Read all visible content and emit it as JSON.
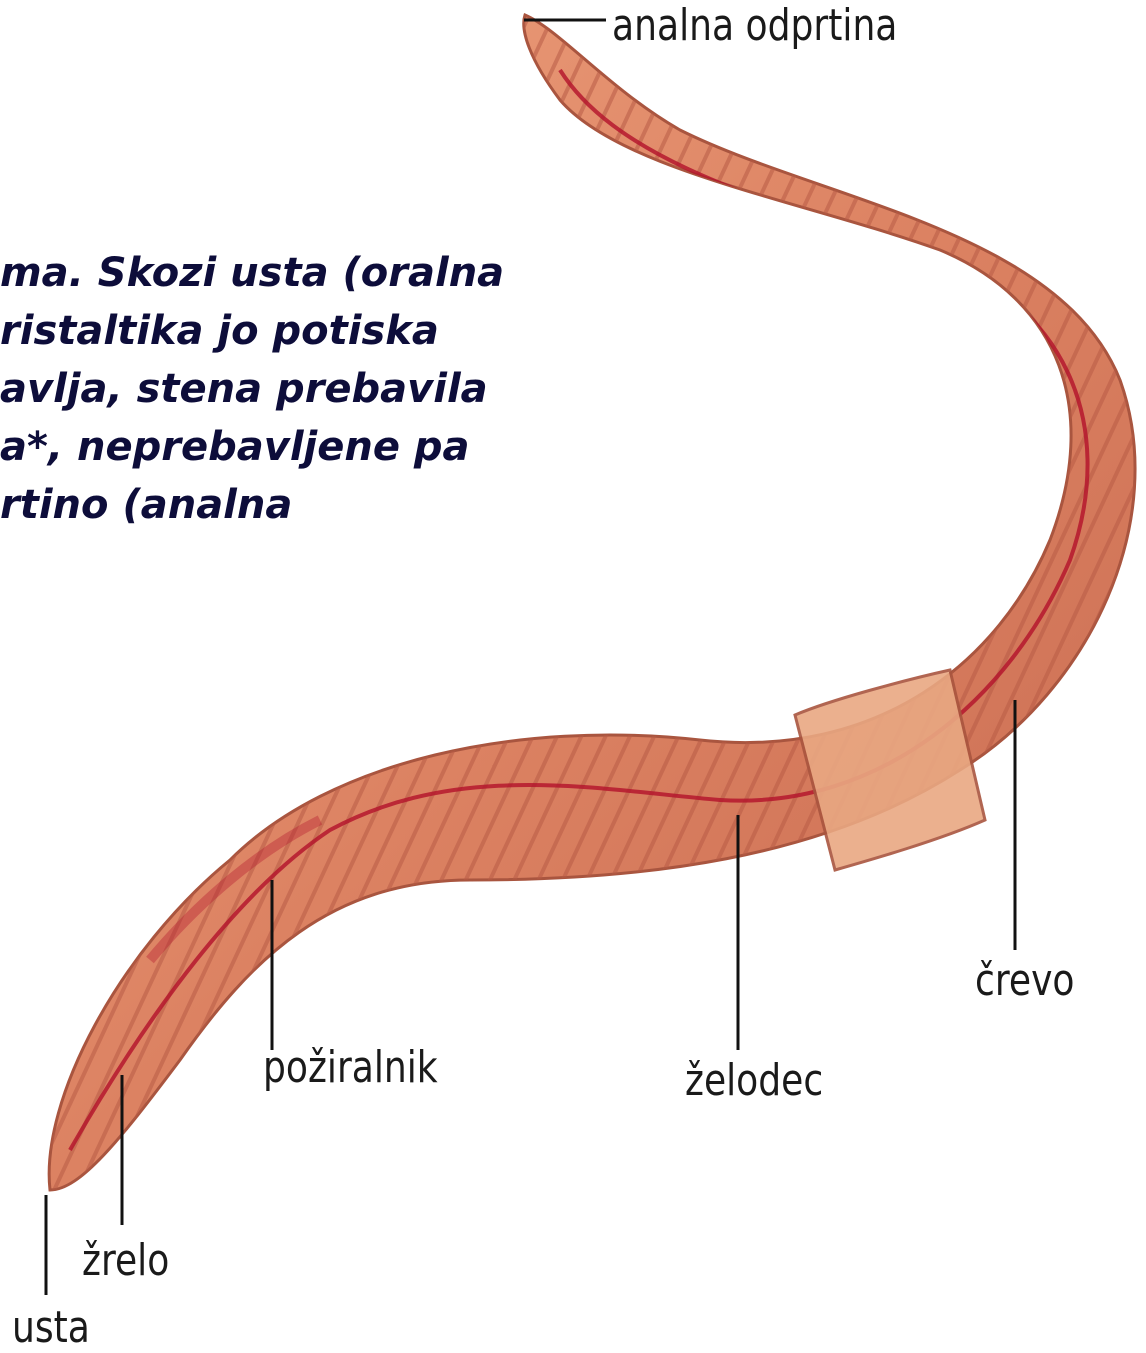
{
  "labels": {
    "anus": "analna odprtina",
    "intestine": "črevo",
    "esophagus": "požiralnik",
    "stomach": "želodec",
    "pharynx": "žrelo",
    "mouth": "usta"
  },
  "overlay_text": [
    "ma. Skozi usta (oralna",
    "ristaltika jo potiska",
    "avlja, stena prebavila",
    "a*, neprebavljene pa",
    "rtino (analna"
  ],
  "colors": {
    "worm_body": "#de8a66",
    "worm_band": "#c65a4a",
    "worm_vessel": "#b3122a",
    "clitellum": "#e9a882",
    "label_text": "#1a1a1a",
    "overlay_text": "#0d0d3a"
  }
}
